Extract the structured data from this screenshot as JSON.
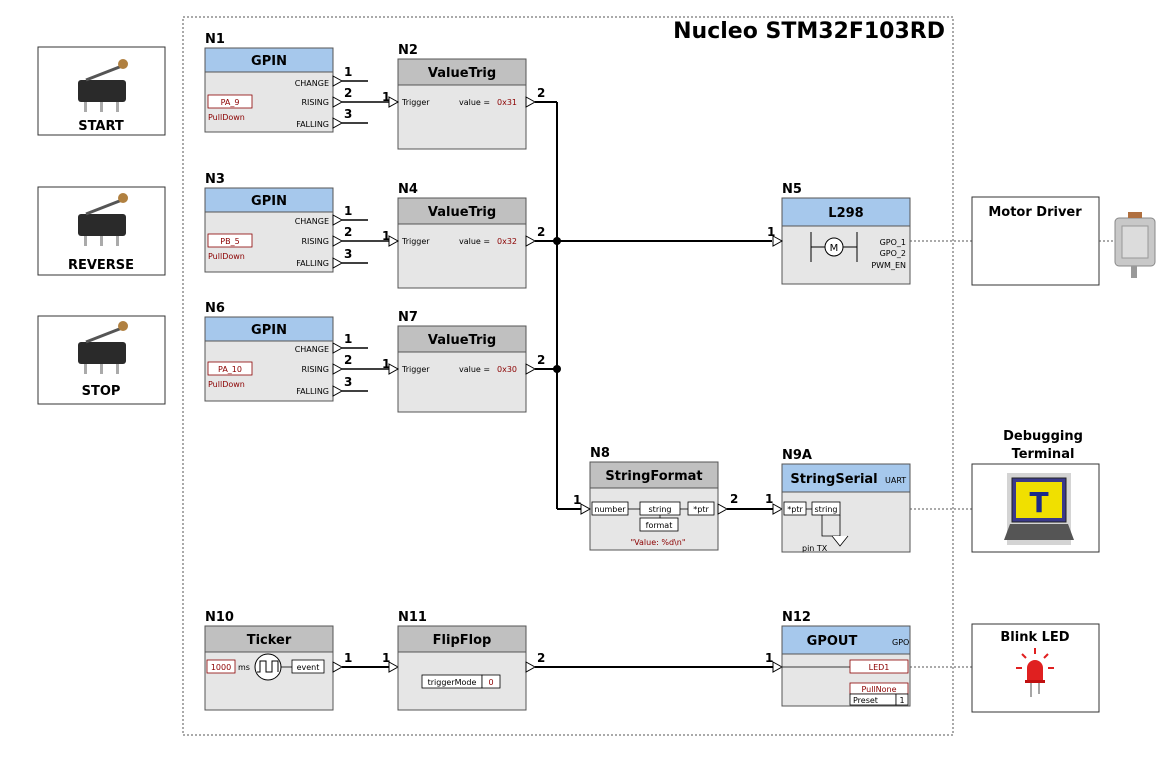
{
  "board": {
    "title": "Nucleo STM32F103RD"
  },
  "externals": {
    "start": "START",
    "reverse": "REVERSE",
    "stop": "STOP",
    "motor_driver": "Motor Driver",
    "debug_terminal_line1": "Debugging",
    "debug_terminal_line2": "Terminal",
    "terminal_letter": "T",
    "blink_led": "Blink LED"
  },
  "nodes": {
    "n1": {
      "id": "N1",
      "title": "GPIN",
      "pin": "PA_9",
      "mode": "PullDown",
      "out1": "CHANGE",
      "out2": "RISING",
      "out3": "FALLING"
    },
    "n3": {
      "id": "N3",
      "title": "GPIN",
      "pin": "PB_5",
      "mode": "PullDown",
      "out1": "CHANGE",
      "out2": "RISING",
      "out3": "FALLING"
    },
    "n6": {
      "id": "N6",
      "title": "GPIN",
      "pin": "PA_10",
      "mode": "PullDown",
      "out1": "CHANGE",
      "out2": "RISING",
      "out3": "FALLING"
    },
    "n2": {
      "id": "N2",
      "title": "ValueTrig",
      "input": "Trigger",
      "value_label": "value =",
      "value": "0x31"
    },
    "n4": {
      "id": "N4",
      "title": "ValueTrig",
      "input": "Trigger",
      "value_label": "value =",
      "value": "0x32"
    },
    "n7": {
      "id": "N7",
      "title": "ValueTrig",
      "input": "Trigger",
      "value_label": "value =",
      "value": "0x30"
    },
    "n5": {
      "id": "N5",
      "title": "L298",
      "motor": "M",
      "out1": "GPO_1",
      "out2": "GPO_2",
      "out3": "PWM_EN"
    },
    "n8": {
      "id": "N8",
      "title": "StringFormat",
      "in_number": "number",
      "string": "string",
      "ptr": "*ptr",
      "format": "format",
      "format_value": "\"Value: %d\\n\""
    },
    "n9a": {
      "id": "N9A",
      "title": "StringSerial",
      "badge": "UART",
      "ptr": "*ptr",
      "string": "string",
      "pin": "pin TX"
    },
    "n10": {
      "id": "N10",
      "title": "Ticker",
      "period": "1000",
      "unit": "ms",
      "event": "event"
    },
    "n11": {
      "id": "N11",
      "title": "FlipFlop",
      "param": "triggerMode",
      "param_value": "0"
    },
    "n12": {
      "id": "N12",
      "title": "GPOUT",
      "badge": "GPO",
      "pin": "LED1",
      "mode": "PullNone",
      "preset_label": "Preset",
      "preset_value": "1"
    }
  },
  "port_numbers": {
    "p1": "1",
    "p2": "2",
    "p3": "3"
  },
  "colors": {
    "blue_header": "#a6c8ec",
    "grey_header": "#c0c0c0",
    "body": "#e6e6e6",
    "param_red": "#8b0000",
    "led_red": "#e02020"
  }
}
